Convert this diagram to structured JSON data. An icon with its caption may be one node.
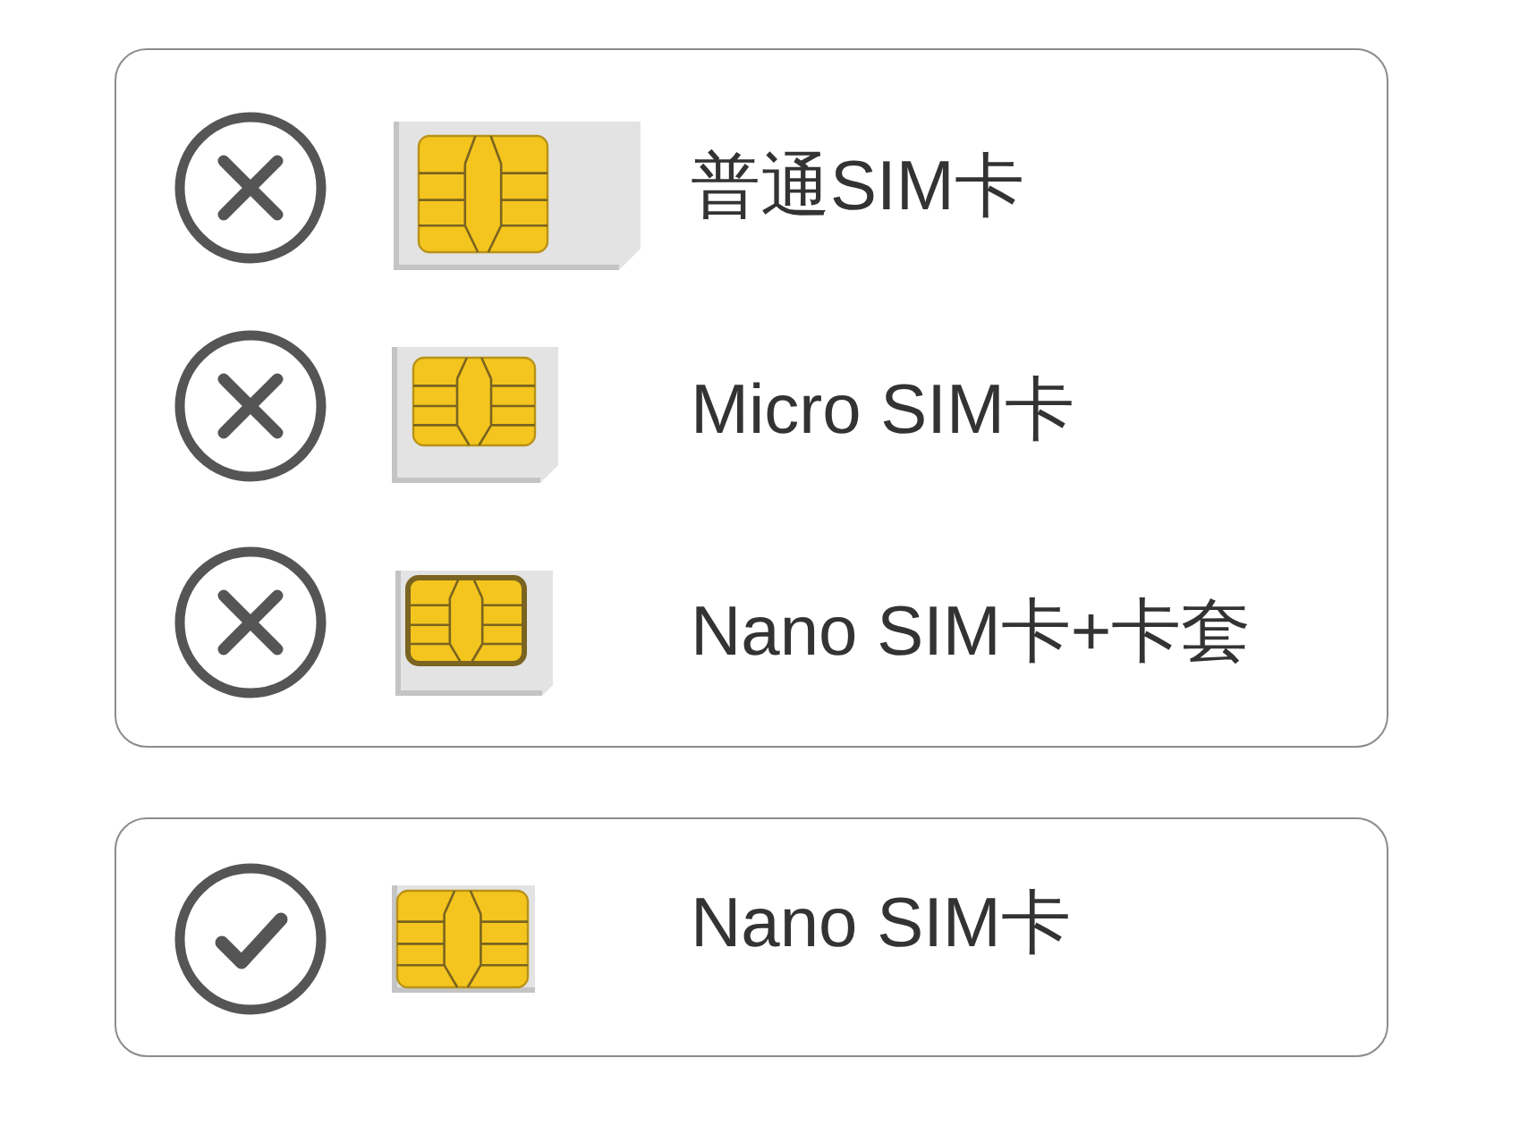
{
  "diagram": {
    "nodes": [
      {
        "text": [
          "普通SIM卡",
          "Micro SIM卡",
          "Nano SIM卡+卡套"
        ]
      },
      {
        "text": [
          "Nano SIM卡"
        ]
      }
    ]
  }
}
